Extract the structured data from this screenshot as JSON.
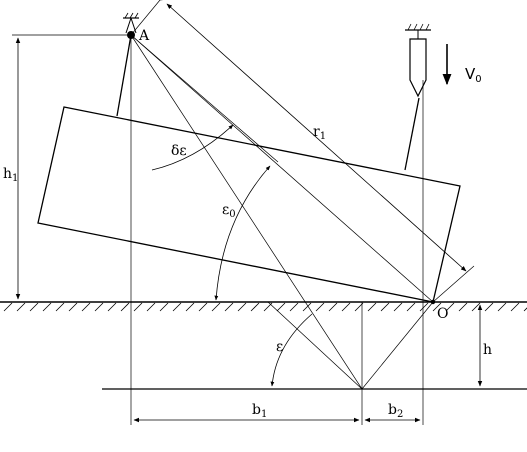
{
  "labels": {
    "A": "A",
    "O": "O",
    "V0": "V",
    "V0_sub": "0",
    "r1": "r",
    "r1_sub": "1",
    "h1": "h",
    "h1_sub": "1",
    "h": "h",
    "b1": "b",
    "b1_sub": "1",
    "b2": "b",
    "b2_sub": "2",
    "delta_eps": "δε",
    "eps0": "ε",
    "eps0_sub": "0",
    "eps": "ε"
  }
}
